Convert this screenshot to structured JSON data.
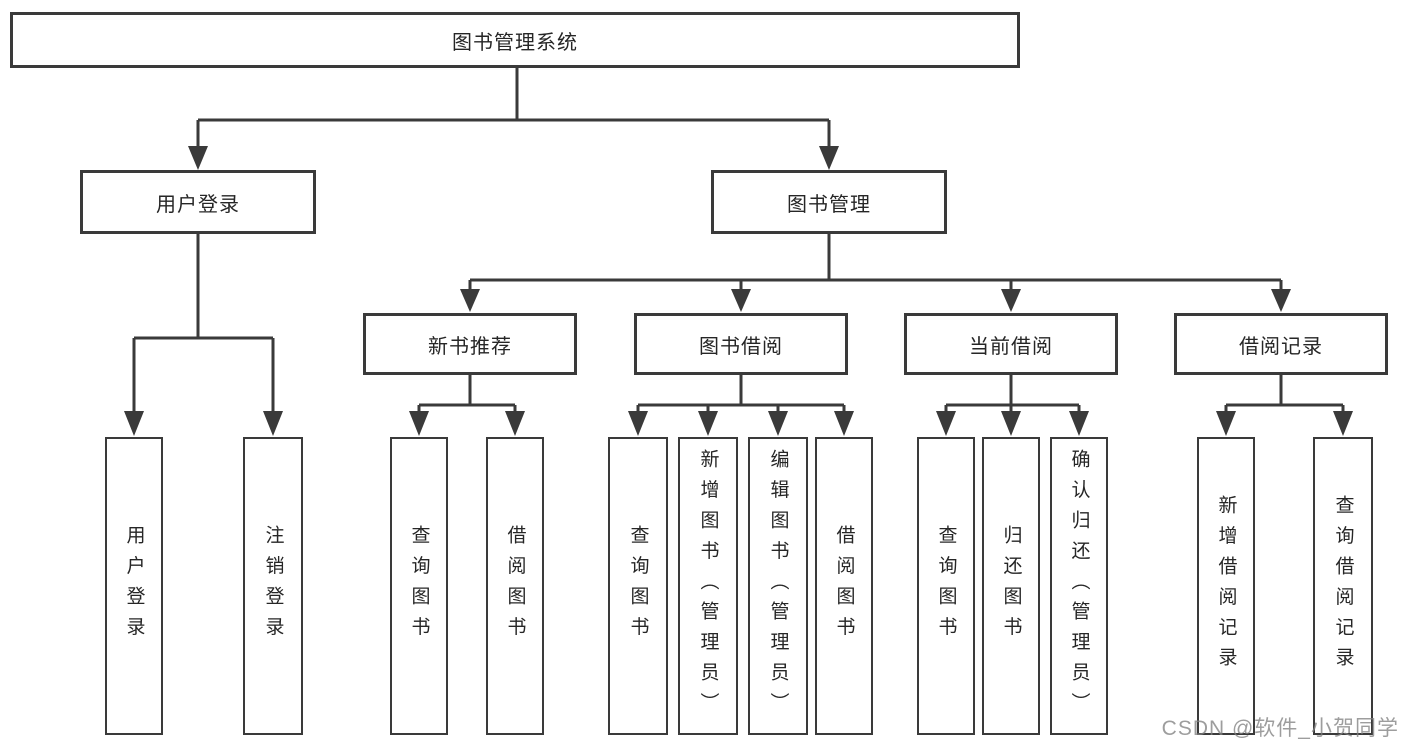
{
  "root": {
    "label": "图书管理系统"
  },
  "branches": {
    "user_login": {
      "label": "用户登录",
      "children": [
        {
          "label": "用户登录"
        },
        {
          "label": "注销登录"
        }
      ]
    },
    "book_mgmt": {
      "label": "图书管理",
      "children": {
        "new_book_rec": {
          "label": "新书推荐",
          "children": [
            {
              "label": "查询图书"
            },
            {
              "label": "借阅图书"
            }
          ]
        },
        "book_borrow": {
          "label": "图书借阅",
          "children": [
            {
              "label": "查询图书"
            },
            {
              "label": "新增图书（管理员）"
            },
            {
              "label": "编辑图书（管理员）"
            },
            {
              "label": "借阅图书"
            }
          ]
        },
        "current_borrow": {
          "label": "当前借阅",
          "children": [
            {
              "label": "查询图书"
            },
            {
              "label": "归还图书"
            },
            {
              "label": "确认归还（管理员）"
            }
          ]
        },
        "borrow_record": {
          "label": "借阅记录",
          "children": [
            {
              "label": "新增借阅记录"
            },
            {
              "label": "查询借阅记录"
            }
          ]
        }
      }
    }
  },
  "watermark": "CSDN @软件_小贺同学",
  "colors": {
    "line": "#3a3a3a",
    "box_border": "#3a3a3a",
    "text": "#262626",
    "watermark_gray": "#828282",
    "background": "#ffffff"
  }
}
